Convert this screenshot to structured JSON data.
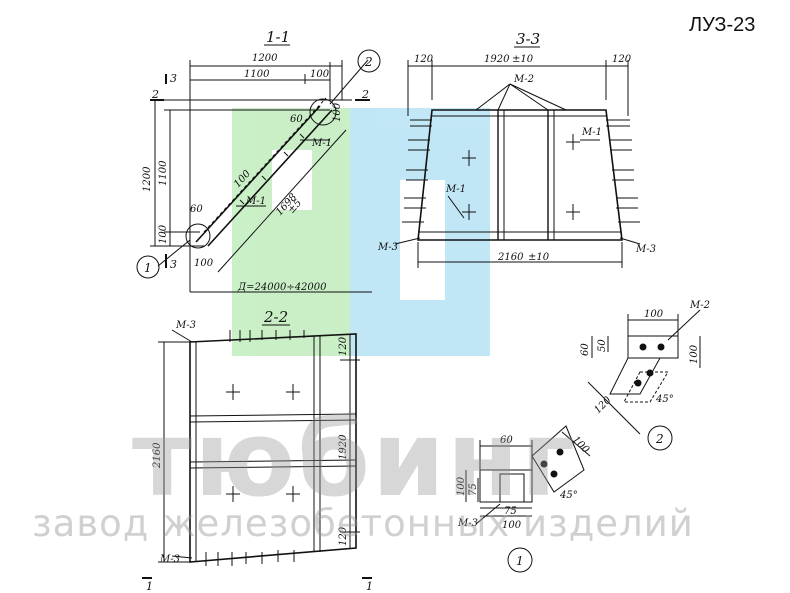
{
  "sheet": {
    "code": "ЛУЗ-23"
  },
  "watermark": {
    "brand": "тюбинг",
    "tagline": "завод железобетонных изделий"
  },
  "view_1_1": {
    "title": "1-1",
    "dims": {
      "w_total": "1200",
      "w_inner": "1100",
      "w_top": "100",
      "h_total": "1200",
      "h_inner": "1100",
      "h_bottom": "100",
      "small_60a": "60",
      "small_60b": "60",
      "small_100a": "100",
      "small_100b": "100",
      "diag_100": "100",
      "length": "1698",
      "length_tol": "±5",
      "span": "Д=24000÷42000"
    },
    "markers": {
      "m1_upper": "М-1",
      "m1_lower": "М-1",
      "callout_1": "1",
      "callout_2": "2",
      "sec2_left": "2",
      "sec2_right": "2",
      "sec3_left": "3",
      "sec3_right": "3"
    }
  },
  "view_3_3": {
    "title": "3-3",
    "dims": {
      "top_left": "120",
      "top": "1920",
      "top_tol": "±10",
      "top_right": "120",
      "bottom": "2160",
      "bottom_tol": "±10"
    },
    "markers": {
      "m2": "М-2",
      "m1_right": "М-1",
      "m1_left": "М-1",
      "m3_left": "М-3",
      "m3_right": "М-3"
    }
  },
  "view_2_2": {
    "title": "2-2",
    "dims": {
      "height": "2160",
      "inner": "1920",
      "top": "120",
      "bottom": "120"
    },
    "markers": {
      "m3_top": "М-3",
      "m3_bottom": "М-3",
      "sec1_left": "1",
      "sec1_right": "1"
    }
  },
  "node_2": {
    "dims": {
      "w": "100",
      "h1": "60",
      "h2": "50",
      "h3": "100",
      "diag": "120",
      "angle": "45°"
    },
    "markers": {
      "m2": "М-2",
      "callout": "2"
    }
  },
  "node_1": {
    "dims": {
      "top": "60",
      "diag": "100",
      "h1": "100",
      "h2": "75",
      "b1": "75",
      "b2": "100",
      "angle": "45°"
    },
    "markers": {
      "m3": "М-3",
      "callout": "1"
    }
  }
}
